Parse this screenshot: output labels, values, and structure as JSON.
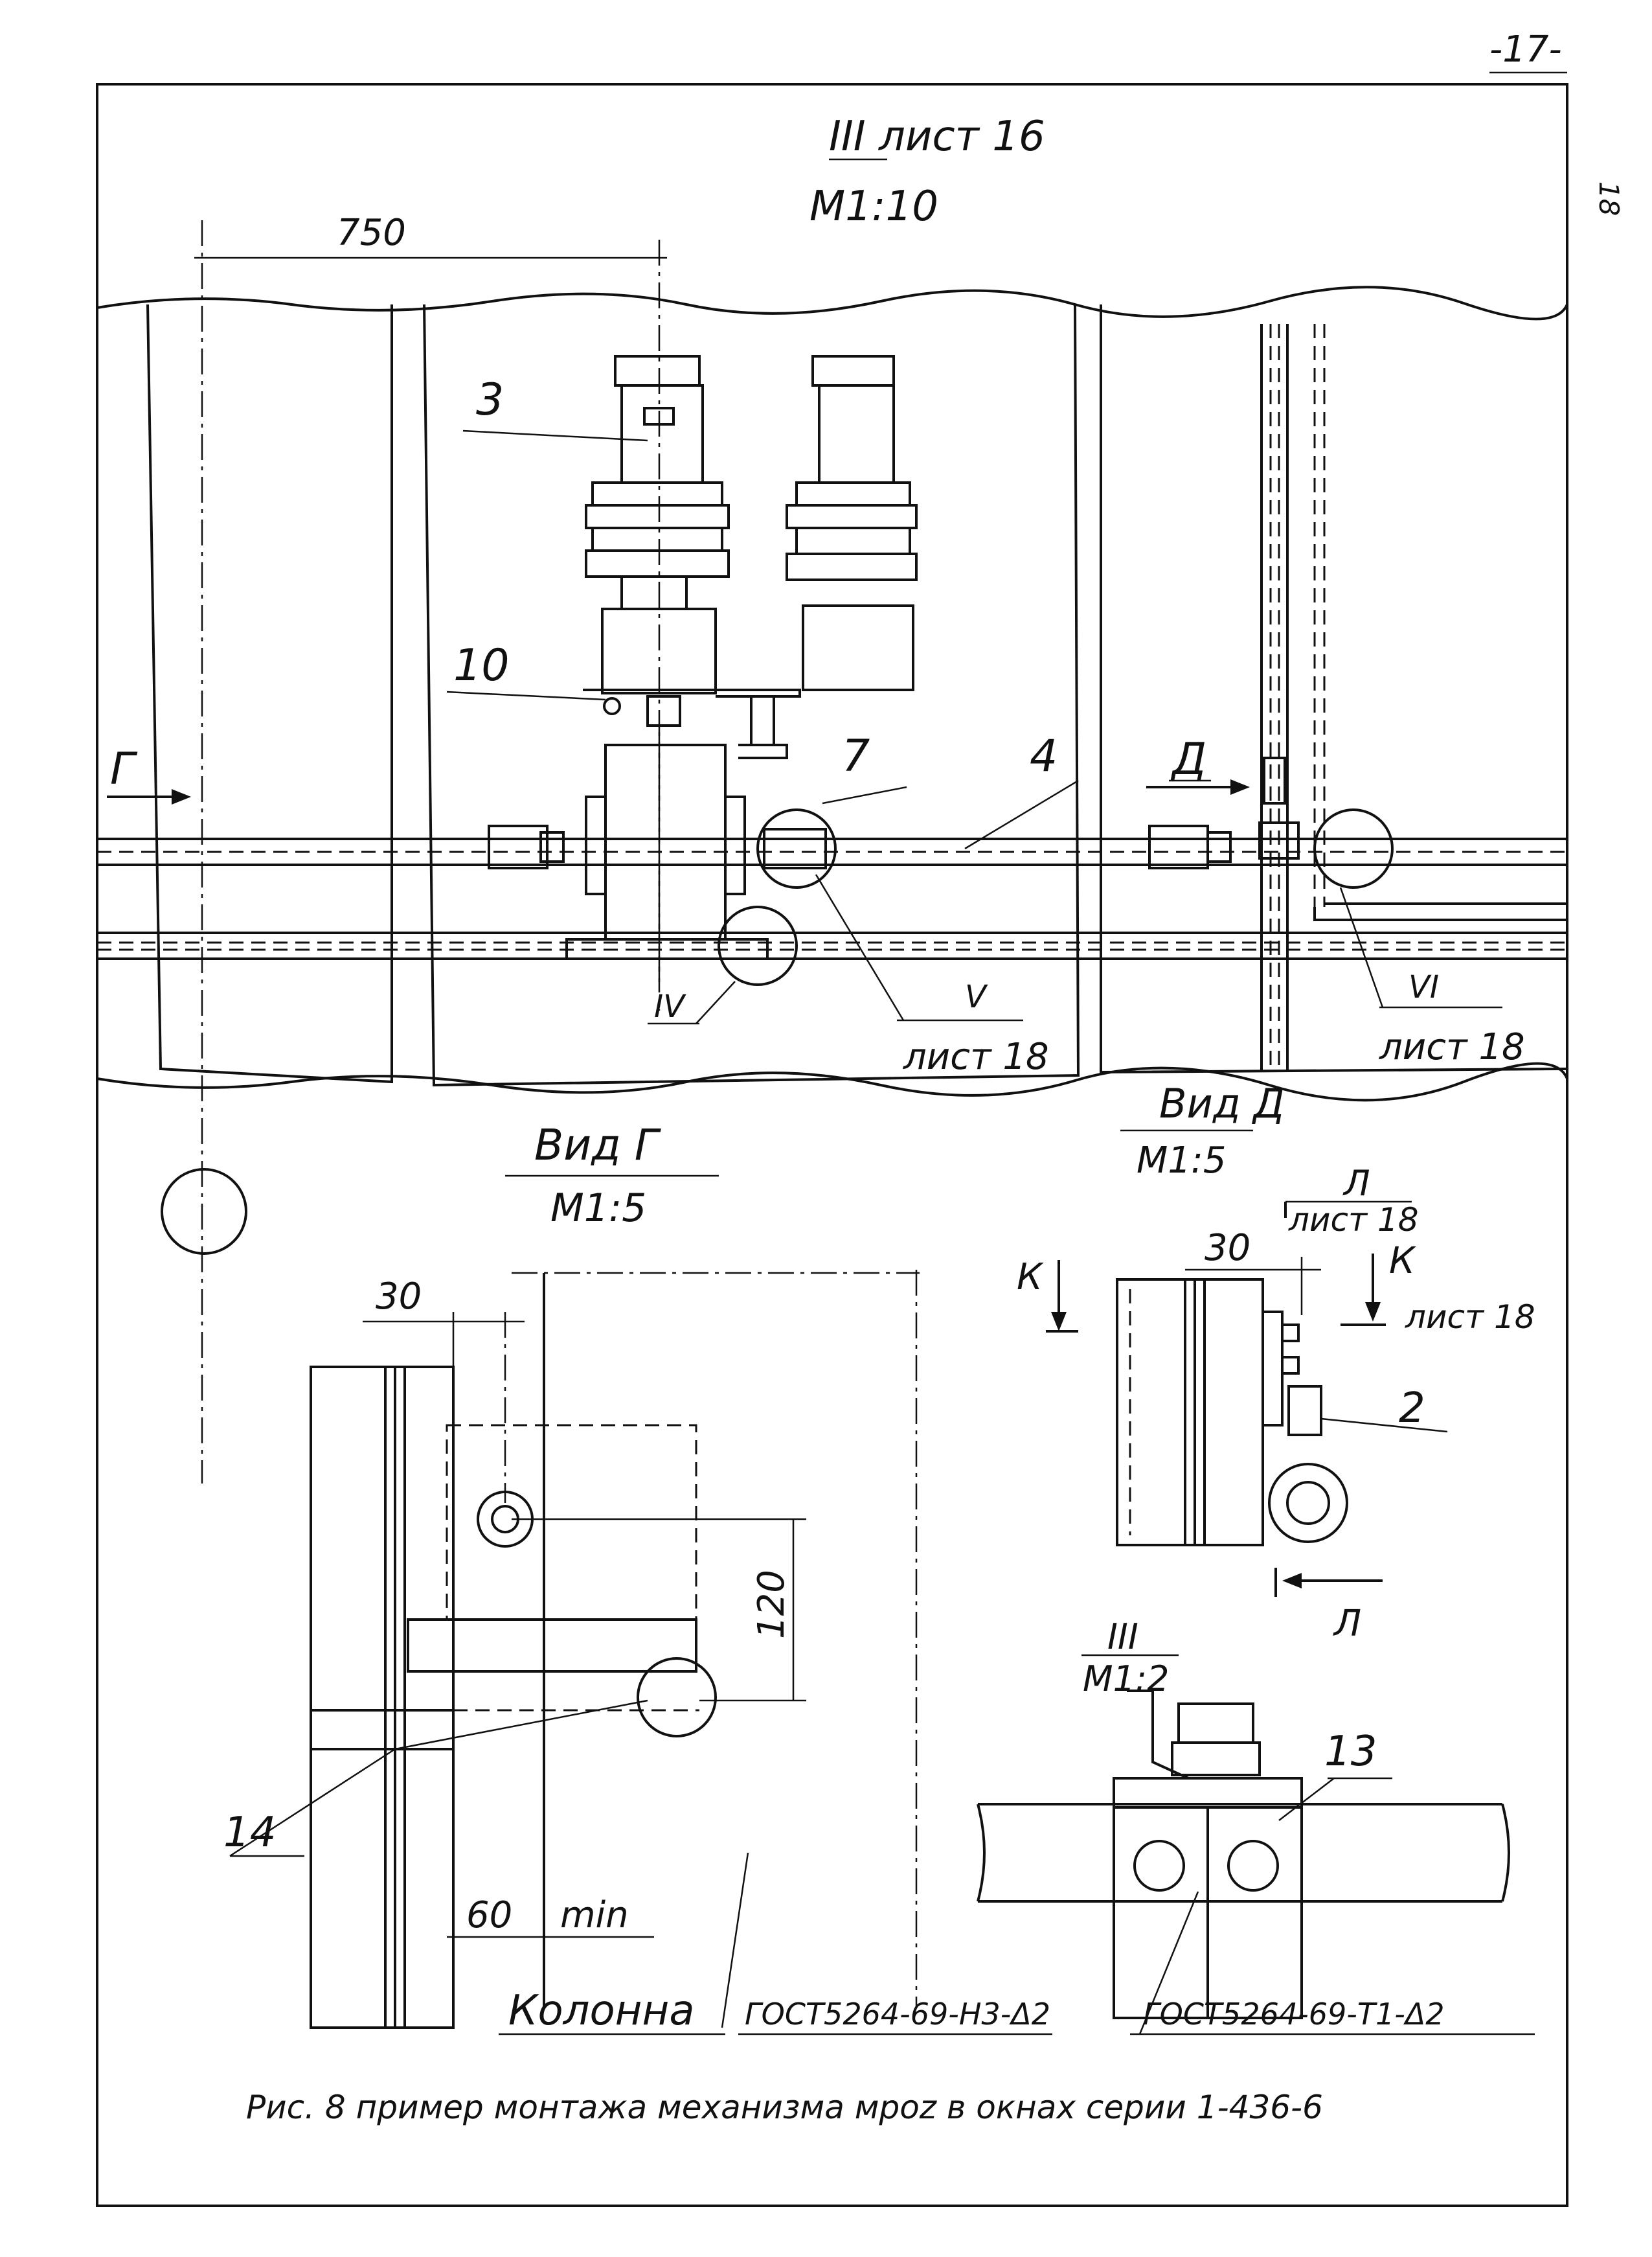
{
  "page": {
    "number": "-17-",
    "side_number": "18"
  },
  "header": {
    "view_title": "III лист 16",
    "view_scale": "М1:10"
  },
  "top_view": {
    "dim_750": "750",
    "callout_3": "3",
    "callout_10": "10",
    "callout_7": "7",
    "callout_4": "4",
    "arrow_g": "Г",
    "arrow_d": "Д",
    "node_iv": "IV",
    "node_v": "V",
    "node_v_sheet": "лист 18",
    "node_vi": "VI",
    "node_vi_sheet": "лист 18"
  },
  "view_g": {
    "title": "Вид Г",
    "scale": "М1:5",
    "dim_30": "30",
    "dim_120": "120",
    "dim_60": "60",
    "dim_min": "min",
    "callout_14": "14",
    "label_column": "Колонна",
    "weld_note": "ГОСТ5264-69-Н3-Δ2"
  },
  "view_d": {
    "title": "Вид Д",
    "scale": "М1:5",
    "section_l": "Л",
    "section_l_sheet": "лист 18",
    "section_k_left": "К",
    "section_k_right": "К",
    "section_k_sheet": "лист 18",
    "dim_30": "30",
    "callout_2": "2",
    "section_l_bottom": "Л"
  },
  "view_iii": {
    "title": "III",
    "scale": "М1:2",
    "callout_13": "13",
    "weld_note": "ГОСТ5264-69-Т1-Δ2"
  },
  "caption": "Рис. 8 пример монтажа механизма мроz в окнах серии 1-436-6"
}
